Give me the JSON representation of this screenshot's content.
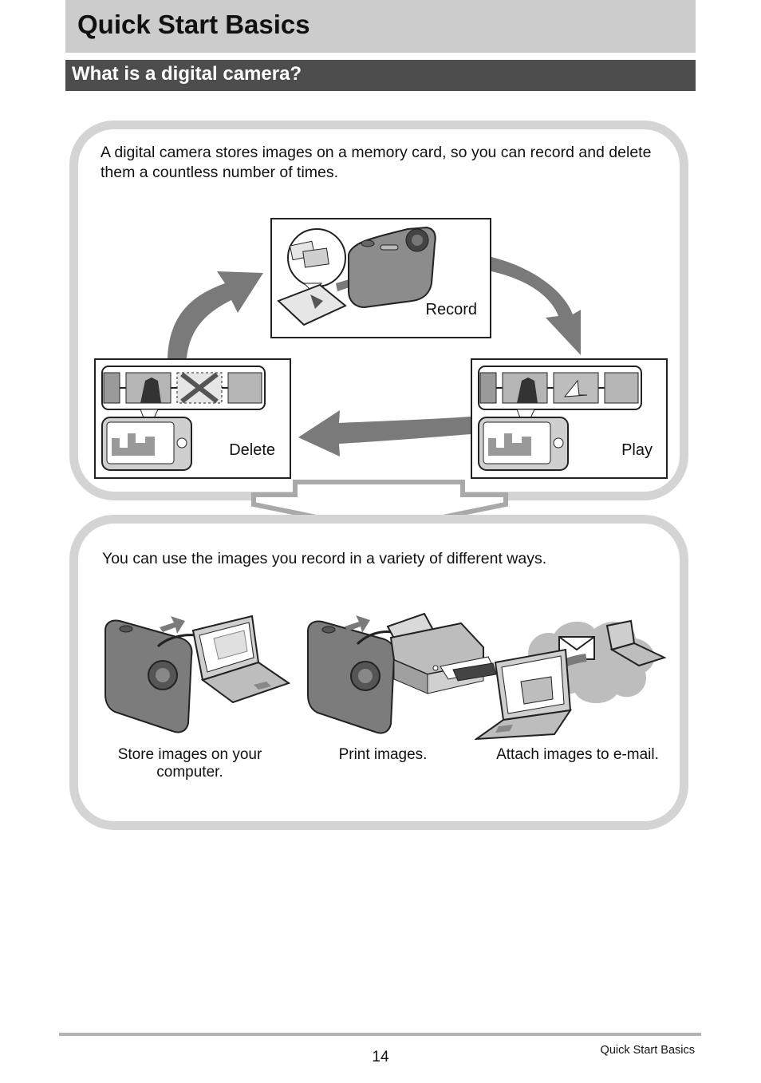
{
  "header": {
    "chapter_title": "Quick Start Basics",
    "section_title": "What is a digital camera?"
  },
  "cycle": {
    "intro": "A digital camera stores images on a memory card, so you can record and delete them a countless number of times.",
    "record_label": "Record",
    "delete_label": "Delete",
    "play_label": "Play"
  },
  "uses": {
    "intro": "You can use the images you record in a variety of different ways.",
    "store_caption": "Store images on your computer.",
    "print_caption": "Print images.",
    "mail_caption": "Attach images to e-mail."
  },
  "footer": {
    "page_number": "14",
    "section_label": "Quick Start Basics"
  },
  "colors": {
    "chapter_bar": "#cccccc",
    "section_bar": "#4d4d4d",
    "panel_border": "#d4d4d4",
    "arrow": "#7a7a7a"
  }
}
